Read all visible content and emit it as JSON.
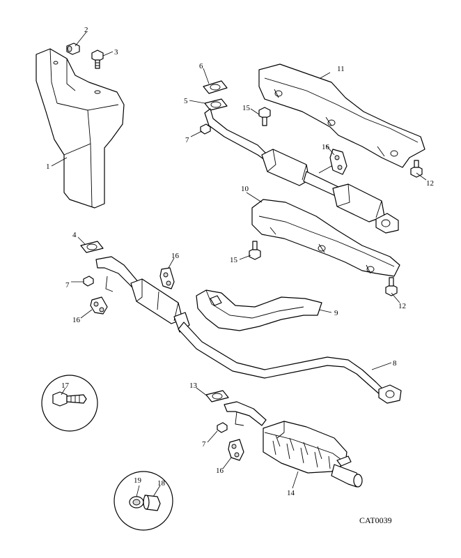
{
  "reference_code": "CAT0039",
  "callouts": {
    "c1": "1",
    "c2": "2",
    "c3": "3",
    "c4": "4",
    "c5": "5",
    "c6": "6",
    "c7a": "7",
    "c7b": "7",
    "c7c": "7",
    "c8": "8",
    "c9": "9",
    "c10": "10",
    "c11": "11",
    "c12a": "12",
    "c12b": "12",
    "c13": "13",
    "c14": "14",
    "c15a": "15",
    "c15b": "15",
    "c16a": "16",
    "c16b": "16",
    "c16c": "16",
    "c16d": "16",
    "c17": "17",
    "c18": "18",
    "c19": "19"
  }
}
